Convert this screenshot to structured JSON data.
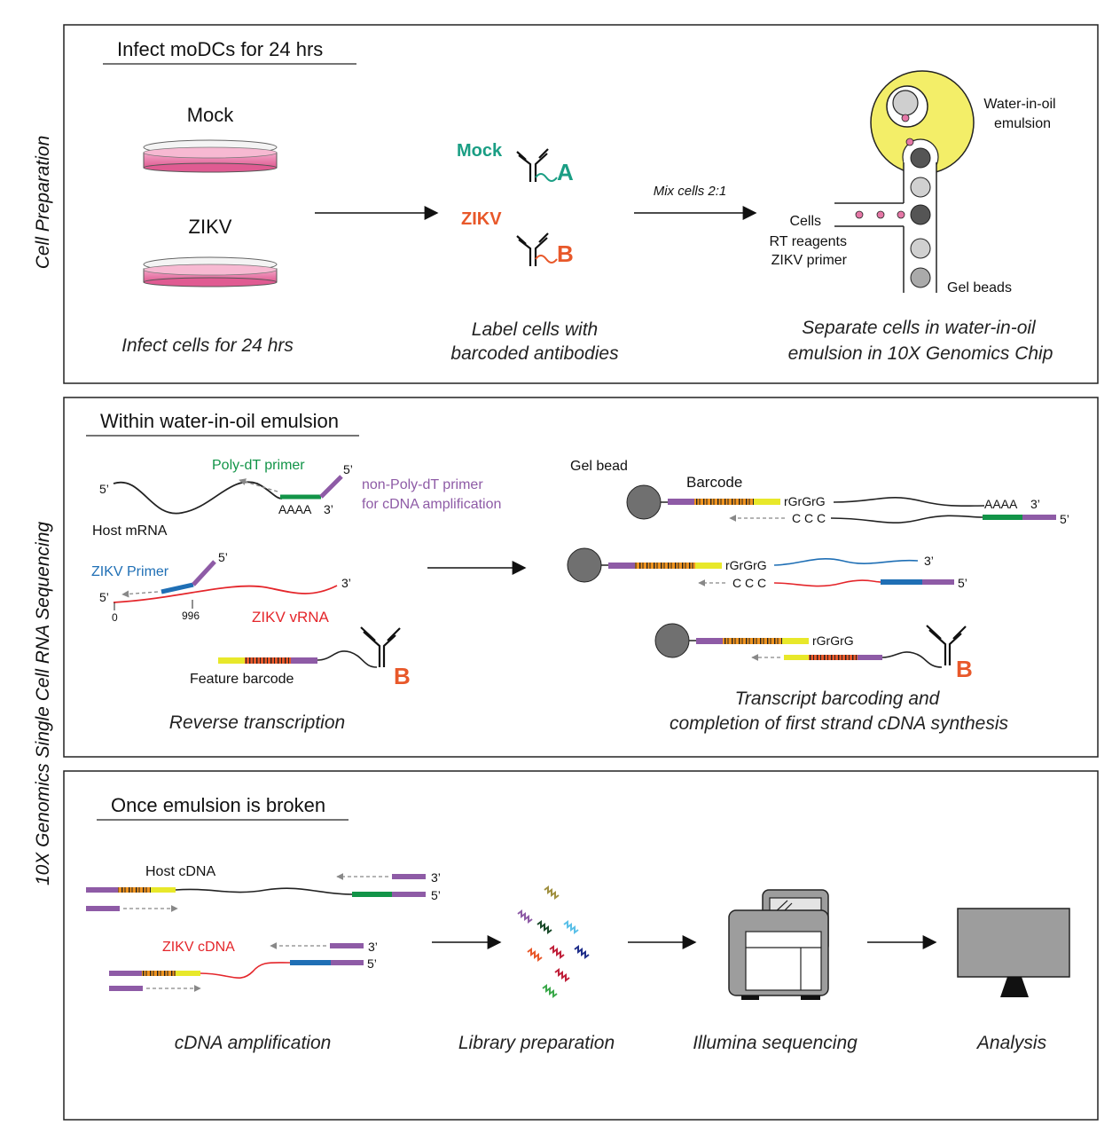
{
  "colors": {
    "purple": "#8e5ba6",
    "orange": "#f0941f",
    "yellow": "#e8e82a",
    "green": "#129448",
    "blue": "#1f6fb5",
    "red": "#e4262b",
    "pink": "#e577a6",
    "teal": "#1a9e84",
    "vermilion": "#e8582a",
    "emulsion": "#f3ee68",
    "instrument": "#9d9d9d"
  },
  "side_labels": {
    "cell_preparation": "Cell Preparation",
    "sequencing": "10X Genomics Single Cell RNA Sequencing"
  },
  "panel1": {
    "title": "Infect moDCs for 24 hrs",
    "mock_label": "Mock",
    "zikv_label": "ZIKV",
    "infect_caption": "Infect cells for 24 hrs",
    "antibody_mock": "Mock",
    "antibody_zikv": "ZIKV",
    "tag_a": "A",
    "tag_b": "B",
    "label_caption_1": "Label cells with",
    "label_caption_2": "barcoded antibodies",
    "mix_label": "Mix cells 2:1",
    "chip_inputs": [
      "Cells",
      "RT reagents",
      "ZIKV primer"
    ],
    "emulsion_label_1": "Water-in-oil",
    "emulsion_label_2": "emulsion",
    "gel_beads_label": "Gel beads",
    "separate_caption_1": "Separate cells in water-in-oil",
    "separate_caption_2": "emulsion in 10X Genomics Chip"
  },
  "panel2": {
    "title": "Within water-in-oil emulsion",
    "polydt_label": "Poly-dT primer",
    "nonpolydt_label_1": "non-Poly-dT primer",
    "nonpolydt_label_2": "for cDNA amplification",
    "host_mrna_label": "Host mRNA",
    "five_prime": "5’",
    "three_prime": "3’",
    "poly_a": "AAAA",
    "zikv_primer_label": "ZIKV Primer",
    "zikv_vrna_label": "ZIKV vRNA",
    "pos_0": "0",
    "pos_996": "996",
    "feature_barcode_label": "Feature barcode",
    "tag_b": "B",
    "rt_caption": "Reverse transcription",
    "gel_bead_label": "Gel bead",
    "barcode_label": "Barcode",
    "rgrgrg": "rGrGrG",
    "ccc": "C C C",
    "transcript_caption_1": "Transcript barcoding and",
    "transcript_caption_2": "completion of first strand cDNA synthesis"
  },
  "panel3": {
    "title": "Once emulsion is broken",
    "host_cdna_label": "Host cDNA",
    "zikv_cdna_label": "ZIKV cDNA",
    "five_prime": "5’",
    "three_prime": "3’",
    "cdna_caption": "cDNA amplification",
    "library_caption": "Library preparation",
    "illumina_caption": "Illumina sequencing",
    "analysis_caption": "Analysis"
  }
}
